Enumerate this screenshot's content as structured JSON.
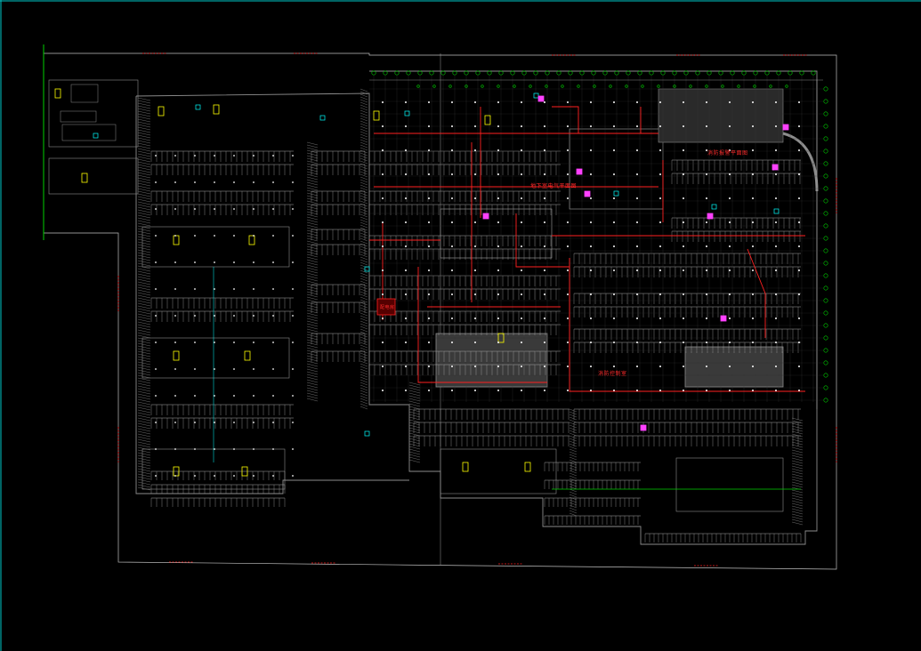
{
  "drawing": {
    "background": "#000000",
    "colors": {
      "frame": "#bfbfbf",
      "walls": "#8c8c8c",
      "parking": "#a6a6a6",
      "grid": "#00d000",
      "pipe": "#ff2020",
      "dim": "#1e90ff",
      "yellow": "#ffff00",
      "cyan": "#00ffff",
      "magenta": "#ff40ff",
      "frame_edge": "#00c8c8"
    },
    "annotations": {
      "label_a": "消防报警平面图",
      "label_b": "地下室电气平面图",
      "label_c": "配电房",
      "label_d": "消防控制室"
    }
  }
}
